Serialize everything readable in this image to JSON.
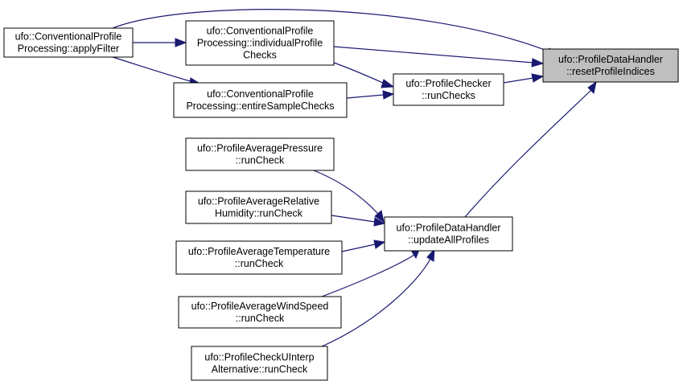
{
  "graph": {
    "colors": {
      "edge": "#191970",
      "focus_fill": "#bfbfbf",
      "node_fill": "#ffffff",
      "border": "#000000"
    },
    "nodes": {
      "reset": {
        "lines": [
          "ufo::ProfileDataHandler",
          "::resetProfileIndices"
        ],
        "focus": true
      },
      "apply": {
        "lines": [
          "ufo::ConventionalProfile",
          "Processing::applyFilter"
        ]
      },
      "indiv": {
        "lines": [
          "ufo::ConventionalProfile",
          "Processing::individualProfile",
          "Checks"
        ]
      },
      "entire": {
        "lines": [
          "ufo::ConventionalProfile",
          "Processing::entireSampleChecks"
        ]
      },
      "runchecks": {
        "lines": [
          "ufo::ProfileChecker",
          "::runChecks"
        ]
      },
      "update": {
        "lines": [
          "ufo::ProfileDataHandler",
          "::updateAllProfiles"
        ]
      },
      "pressure": {
        "lines": [
          "ufo::ProfileAveragePressure",
          "::runCheck"
        ]
      },
      "humidity": {
        "lines": [
          "ufo::ProfileAverageRelative",
          "Humidity::runCheck"
        ]
      },
      "temperature": {
        "lines": [
          "ufo::ProfileAverageTemperature",
          "::runCheck"
        ]
      },
      "wind": {
        "lines": [
          "ufo::ProfileAverageWindSpeed",
          "::runCheck"
        ]
      },
      "uinterp": {
        "lines": [
          "ufo::ProfileCheckUInterp",
          "Alternative::runCheck"
        ]
      }
    },
    "edges": [
      {
        "from": "apply",
        "to": "reset"
      },
      {
        "from": "apply",
        "to": "indiv"
      },
      {
        "from": "apply",
        "to": "entire"
      },
      {
        "from": "indiv",
        "to": "reset"
      },
      {
        "from": "indiv",
        "to": "runchecks"
      },
      {
        "from": "entire",
        "to": "runchecks"
      },
      {
        "from": "runchecks",
        "to": "reset"
      },
      {
        "from": "update",
        "to": "reset"
      },
      {
        "from": "pressure",
        "to": "update"
      },
      {
        "from": "humidity",
        "to": "update"
      },
      {
        "from": "temperature",
        "to": "update"
      },
      {
        "from": "wind",
        "to": "update"
      },
      {
        "from": "uinterp",
        "to": "update"
      }
    ]
  }
}
